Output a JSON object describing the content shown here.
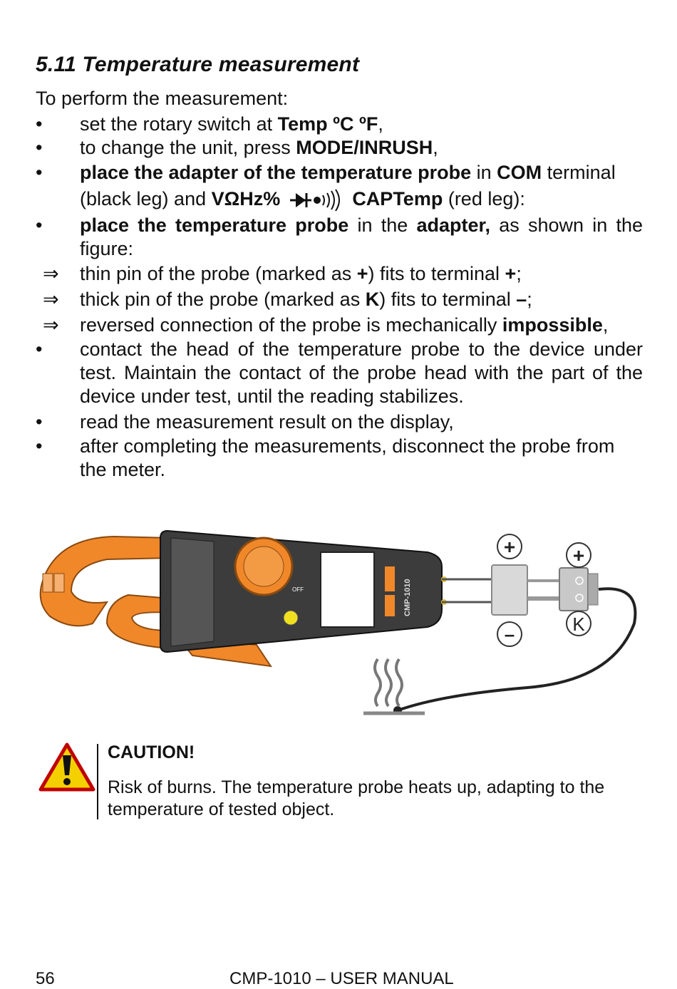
{
  "heading": "5.11 Temperature measurement",
  "intro": "To perform the measurement:",
  "steps": {
    "s1_pre": "set the rotary switch at ",
    "s1_b": "Temp ºC ºF",
    "s1_post": ",",
    "s2_pre": "to change the unit, press ",
    "s2_b": "MODE/INRUSH",
    "s2_post": ",",
    "s3_b1": "place the adapter of the temperature probe",
    "s3_t1": " in ",
    "s3_b2": "COM",
    "s3_t2": " terminal (black leg) and ",
    "s3_b3": "VΩHz%",
    "s3_b4": "CAPTemp",
    "s3_t3": " (red leg):",
    "s4_b1": "place the temperature probe",
    "s4_t1": "  in the ",
    "s4_b2": "adapter,",
    "s4_t2": " as shown in the figure:",
    "sub1_pre": "thin pin of the probe (marked as ",
    "sub1_b": "+",
    "sub1_mid": ") fits to terminal ",
    "sub1_b2": "+",
    "sub1_post": ";",
    "sub2_pre": "thick pin of the probe (marked as ",
    "sub2_b": "K",
    "sub2_mid": ") fits to terminal ",
    "sub2_b2": "–",
    "sub2_post": ";",
    "sub3_pre": "reversed connection of the probe is mechanically ",
    "sub3_b": "impossible",
    "sub3_post": ",",
    "s5": "contact the head of the temperature probe to the device under test. Maintain the contact of the probe head with the part of the device under test, until the reading stabilizes.",
    "s6": "read the measurement result on the display,",
    "s7": "after completing the measurements, disconnect the probe from the meter."
  },
  "symbols": {
    "bullet": "•",
    "arrow": "⇒"
  },
  "figure": {
    "device_model": "CMP-1010",
    "plus": "+",
    "minus": "–",
    "k": "K",
    "off": "OFF"
  },
  "caution": {
    "title": "CAUTION!",
    "text": "Risk of burns. The temperature probe heats up, adapting to the temperature of tested object."
  },
  "footer": {
    "page_number": "56",
    "title": "CMP-1010 – USER MANUAL"
  }
}
